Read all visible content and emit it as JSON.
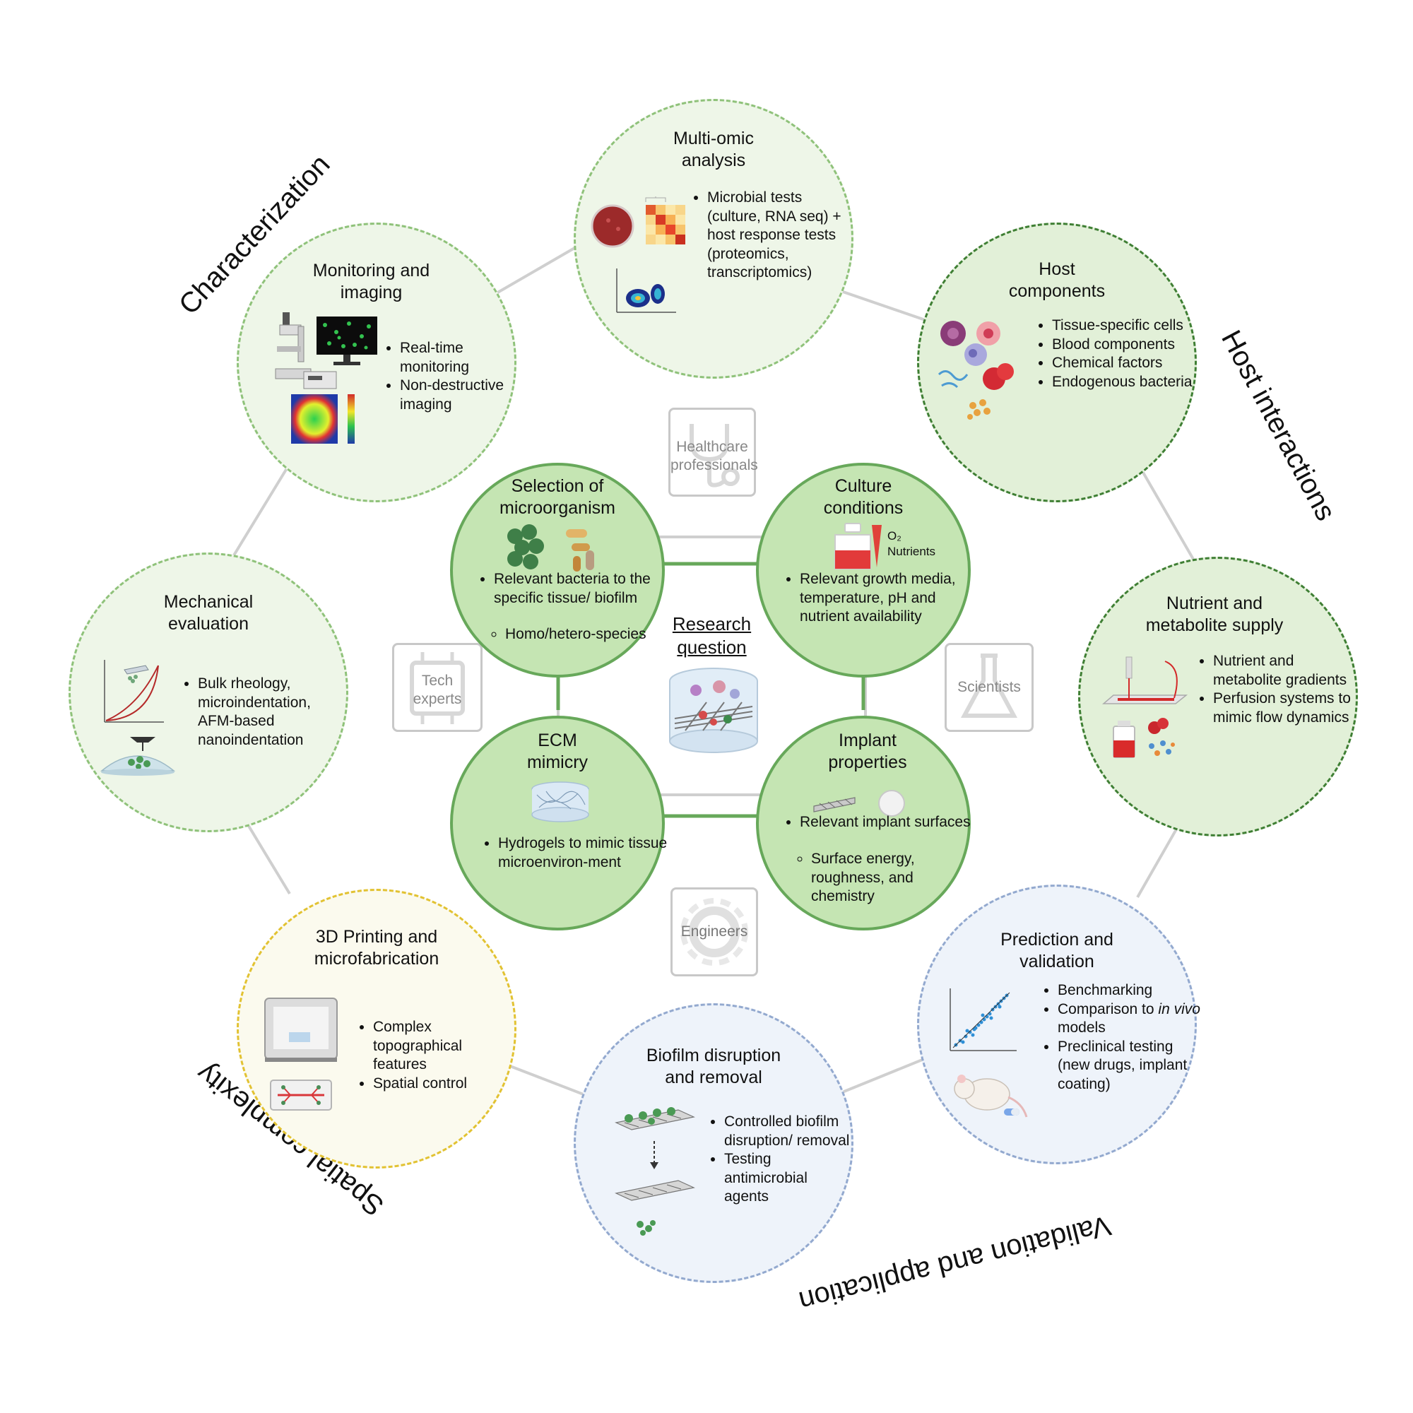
{
  "categories": {
    "characterization": "Characterization",
    "host_interactions": "Host interactions",
    "spatial_complexity": "Spatial complexity",
    "validation": "Validation and application"
  },
  "center": {
    "research_question": [
      "Research",
      "question"
    ]
  },
  "roles": {
    "healthcare": [
      "Healthcare",
      "professionals"
    ],
    "tech": [
      "Tech",
      "experts"
    ],
    "scientists": "Scientists",
    "engineers": "Engineers"
  },
  "inner": {
    "microorganism": {
      "title": [
        "Selection of",
        "microorganism"
      ],
      "bullets": [
        "Relevant  bacteria to the specific tissue/ biofilm"
      ],
      "sub": [
        "Homo/hetero-species"
      ]
    },
    "culture": {
      "title": [
        "Culture",
        "conditions"
      ],
      "o2_label": "O₂",
      "nutrients_label": "Nutrients",
      "bullets": [
        "Relevant growth media, temperature, pH and nutrient availability"
      ]
    },
    "ecm": {
      "title": [
        "ECM",
        "mimicry"
      ],
      "bullets": [
        "Hydrogels to mimic tissue microenviron-ment"
      ]
    },
    "implant": {
      "title": [
        "Implant",
        "properties"
      ],
      "bullets": [
        "Relevant implant surfaces"
      ],
      "sub": [
        "Surface energy, roughness, and chemistry"
      ]
    }
  },
  "outer": {
    "multiomic": {
      "title": [
        "Multi-omic",
        "analysis"
      ],
      "bullets": [
        "Microbial tests (culture, RNA seq) + host response tests (proteomics, transcriptomics)"
      ]
    },
    "host": {
      "title": [
        "Host",
        "components"
      ],
      "bullets": [
        "Tissue-specific cells",
        "Blood components",
        "Chemical factors",
        "Endogenous bacteria"
      ]
    },
    "nutrient": {
      "title": [
        "Nutrient and",
        "metabolite supply"
      ],
      "bullets": [
        "Nutrient and metabolite gradients",
        "Perfusion systems to mimic flow dynamics"
      ]
    },
    "prediction": {
      "title": [
        "Prediction and",
        "validation"
      ],
      "bullets": [
        "Benchmarking",
        "Comparison to",
        "Preclinical testing (new drugs, implant coating)"
      ],
      "in_vivo": "in vivo",
      "models": " models"
    },
    "biofilm": {
      "title": [
        "Biofilm disruption",
        "and removal"
      ],
      "bullets": [
        "Controlled biofilm disruption/ removal",
        "Testing antimicrobial agents"
      ]
    },
    "printing": {
      "title": [
        "3D Printing and",
        "microfabrication"
      ],
      "bullets": [
        "Complex topographical features",
        "Spatial control"
      ]
    },
    "mechanical": {
      "title": [
        "Mechanical",
        "evaluation"
      ],
      "bullets": [
        "Bulk rheology, microindentation, AFM-based nanoindentation"
      ]
    },
    "monitoring": {
      "title": [
        "Monitoring and",
        "imaging"
      ],
      "bullets": [
        "Real-time monitoring",
        "Non-destructive imaging"
      ]
    }
  },
  "colors": {
    "light_green_dash": "#8fc27a",
    "dark_green_dash": "#3f7f34",
    "yellow_dash": "#e2c232",
    "blue_dash": "#93a9cf",
    "inner_green": "#c5e5b3",
    "connector_grey": "#cfcfcf",
    "connector_green": "#67a85a"
  }
}
